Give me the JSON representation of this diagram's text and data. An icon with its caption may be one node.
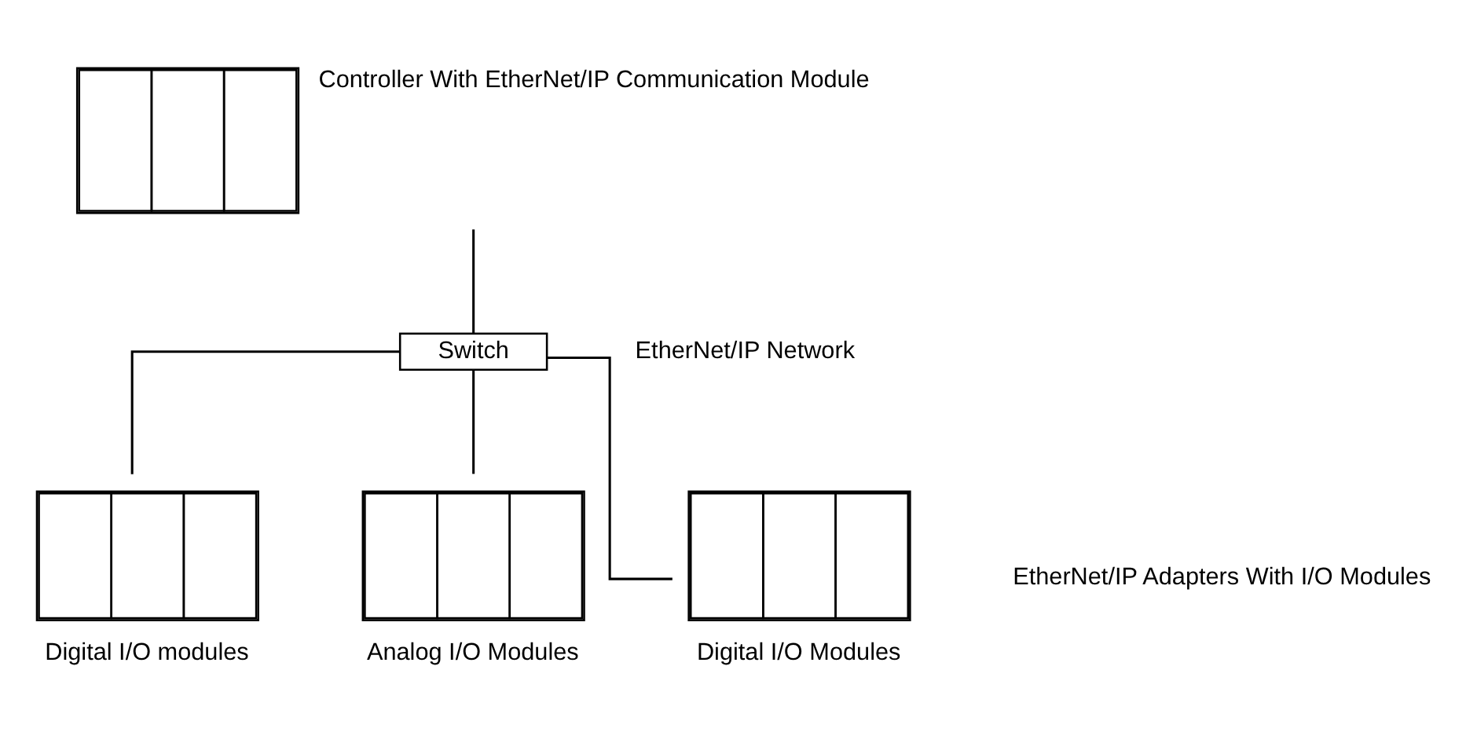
{
  "diagram": {
    "nodes": [
      {
        "text": [],
        "shape": "box",
        "beside": [
          "Controller With EtherNet/IP Communication Module"
        ]
      },
      {
        "text": [
          "Switch"
        ]
      },
      {
        "text": [],
        "shape": "box",
        "beside": [
          "Digital I/O modules"
        ]
      },
      {
        "text": [],
        "shape": "box",
        "beside": [
          "Analog I/O Modules"
        ]
      },
      {
        "text": [],
        "shape": "box",
        "beside": [
          "Digital I/O Modules"
        ]
      }
    ],
    "edges": [
      {
        "from": 0,
        "to": 1,
        "arrow": "none"
      },
      {
        "from": 1,
        "to": 2,
        "arrow": "none"
      },
      {
        "from": 1,
        "to": 3,
        "arrow": "none"
      },
      {
        "from": 1,
        "to": 4,
        "arrow": "none"
      }
    ],
    "labels": [
      "EtherNet/IP Network",
      "EtherNet/IP Adapters With I/O Modules"
    ]
  }
}
